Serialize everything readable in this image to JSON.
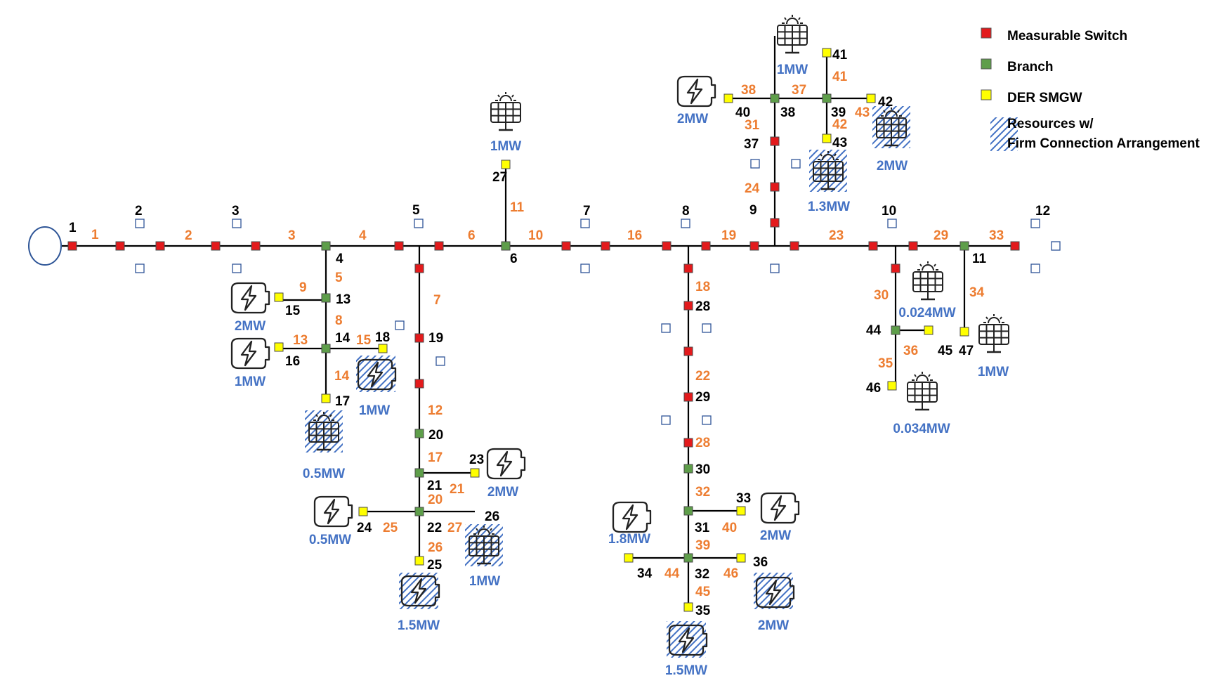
{
  "legend": {
    "items": [
      {
        "key": "measurable-switch",
        "label": "Measurable Switch",
        "color": "#E31A1C"
      },
      {
        "key": "branch",
        "label": "Branch",
        "color": "#5E9E4A"
      },
      {
        "key": "der-smgw",
        "label": "DER SMGW",
        "color": "#FFFF00"
      }
    ],
    "firm_line1": "Resources w/",
    "firm_line2": "Firm Connection Arrangement"
  },
  "colors": {
    "switch": "#E31A1C",
    "branch": "#5E9E4A",
    "smgw": "#FFFF00",
    "line_number": "#ED7D31",
    "capacity": "#4472C4",
    "hatch": "#4472C4"
  },
  "node_labels": [
    "1",
    "2",
    "3",
    "4",
    "5",
    "6",
    "7",
    "8",
    "9",
    "10",
    "11",
    "12",
    "13",
    "14",
    "15",
    "16",
    "17",
    "18",
    "19",
    "20",
    "21",
    "22",
    "23",
    "24",
    "25",
    "26",
    "27",
    "28",
    "29",
    "30",
    "31",
    "32",
    "33",
    "34",
    "35",
    "36",
    "37",
    "38",
    "39",
    "40",
    "41",
    "42",
    "43",
    "44",
    "45",
    "46",
    "47"
  ],
  "line_labels": [
    "1",
    "2",
    "3",
    "4",
    "5",
    "6",
    "7",
    "8",
    "9",
    "10",
    "11",
    "12",
    "13",
    "14",
    "15",
    "16",
    "17",
    "18",
    "19",
    "20",
    "21",
    "22",
    "23",
    "24",
    "25",
    "26",
    "27",
    "28",
    "29",
    "30",
    "31",
    "32",
    "33",
    "34",
    "35",
    "36",
    "37",
    "38",
    "39",
    "40",
    "41",
    "42",
    "43",
    "44",
    "45",
    "46"
  ],
  "resources": [
    {
      "id": "r15",
      "type": "battery",
      "capacity": "2MW",
      "firm": false
    },
    {
      "id": "r16",
      "type": "battery",
      "capacity": "1MW",
      "firm": false
    },
    {
      "id": "r18",
      "type": "battery",
      "capacity": "1MW",
      "firm": true
    },
    {
      "id": "r17",
      "type": "solar",
      "capacity": "0.5MW",
      "firm": true
    },
    {
      "id": "r27",
      "type": "solar",
      "capacity": "1MW",
      "firm": false
    },
    {
      "id": "r23",
      "type": "battery",
      "capacity": "2MW",
      "firm": false
    },
    {
      "id": "r24",
      "type": "battery",
      "capacity": "0.5MW",
      "firm": false
    },
    {
      "id": "r26",
      "type": "solar",
      "capacity": "1MW",
      "firm": true
    },
    {
      "id": "r25",
      "type": "battery",
      "capacity": "1.5MW",
      "firm": true
    },
    {
      "id": "r34",
      "type": "battery",
      "capacity": "1.8MW",
      "firm": false
    },
    {
      "id": "r33",
      "type": "battery",
      "capacity": "2MW",
      "firm": false
    },
    {
      "id": "r36",
      "type": "battery",
      "capacity": "2MW",
      "firm": true
    },
    {
      "id": "r35",
      "type": "battery",
      "capacity": "1.5MW",
      "firm": true
    },
    {
      "id": "r41",
      "type": "solar",
      "capacity": "1MW",
      "firm": false
    },
    {
      "id": "r40",
      "type": "battery",
      "capacity": "2MW",
      "firm": false
    },
    {
      "id": "r42",
      "type": "solar",
      "capacity": "2MW",
      "firm": true
    },
    {
      "id": "r43",
      "type": "solar",
      "capacity": "1.3MW",
      "firm": true
    },
    {
      "id": "r45",
      "type": "solar",
      "capacity": "0.024MW",
      "firm": false
    },
    {
      "id": "r47",
      "type": "solar",
      "capacity": "1MW",
      "firm": false
    },
    {
      "id": "r46",
      "type": "solar",
      "capacity": "0.034MW",
      "firm": false
    }
  ]
}
